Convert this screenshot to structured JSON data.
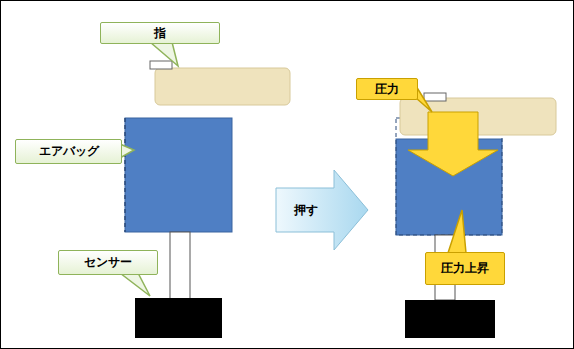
{
  "diagram": {
    "nodes": [
      {
        "text": [
          "指"
        ]
      },
      {
        "text": [
          "エアバッグ"
        ]
      },
      {
        "text": [
          "センサー"
        ]
      },
      {
        "text": [
          "押す"
        ]
      },
      {
        "text": [
          "圧力"
        ]
      },
      {
        "text": [
          "圧力上昇"
        ]
      }
    ]
  }
}
